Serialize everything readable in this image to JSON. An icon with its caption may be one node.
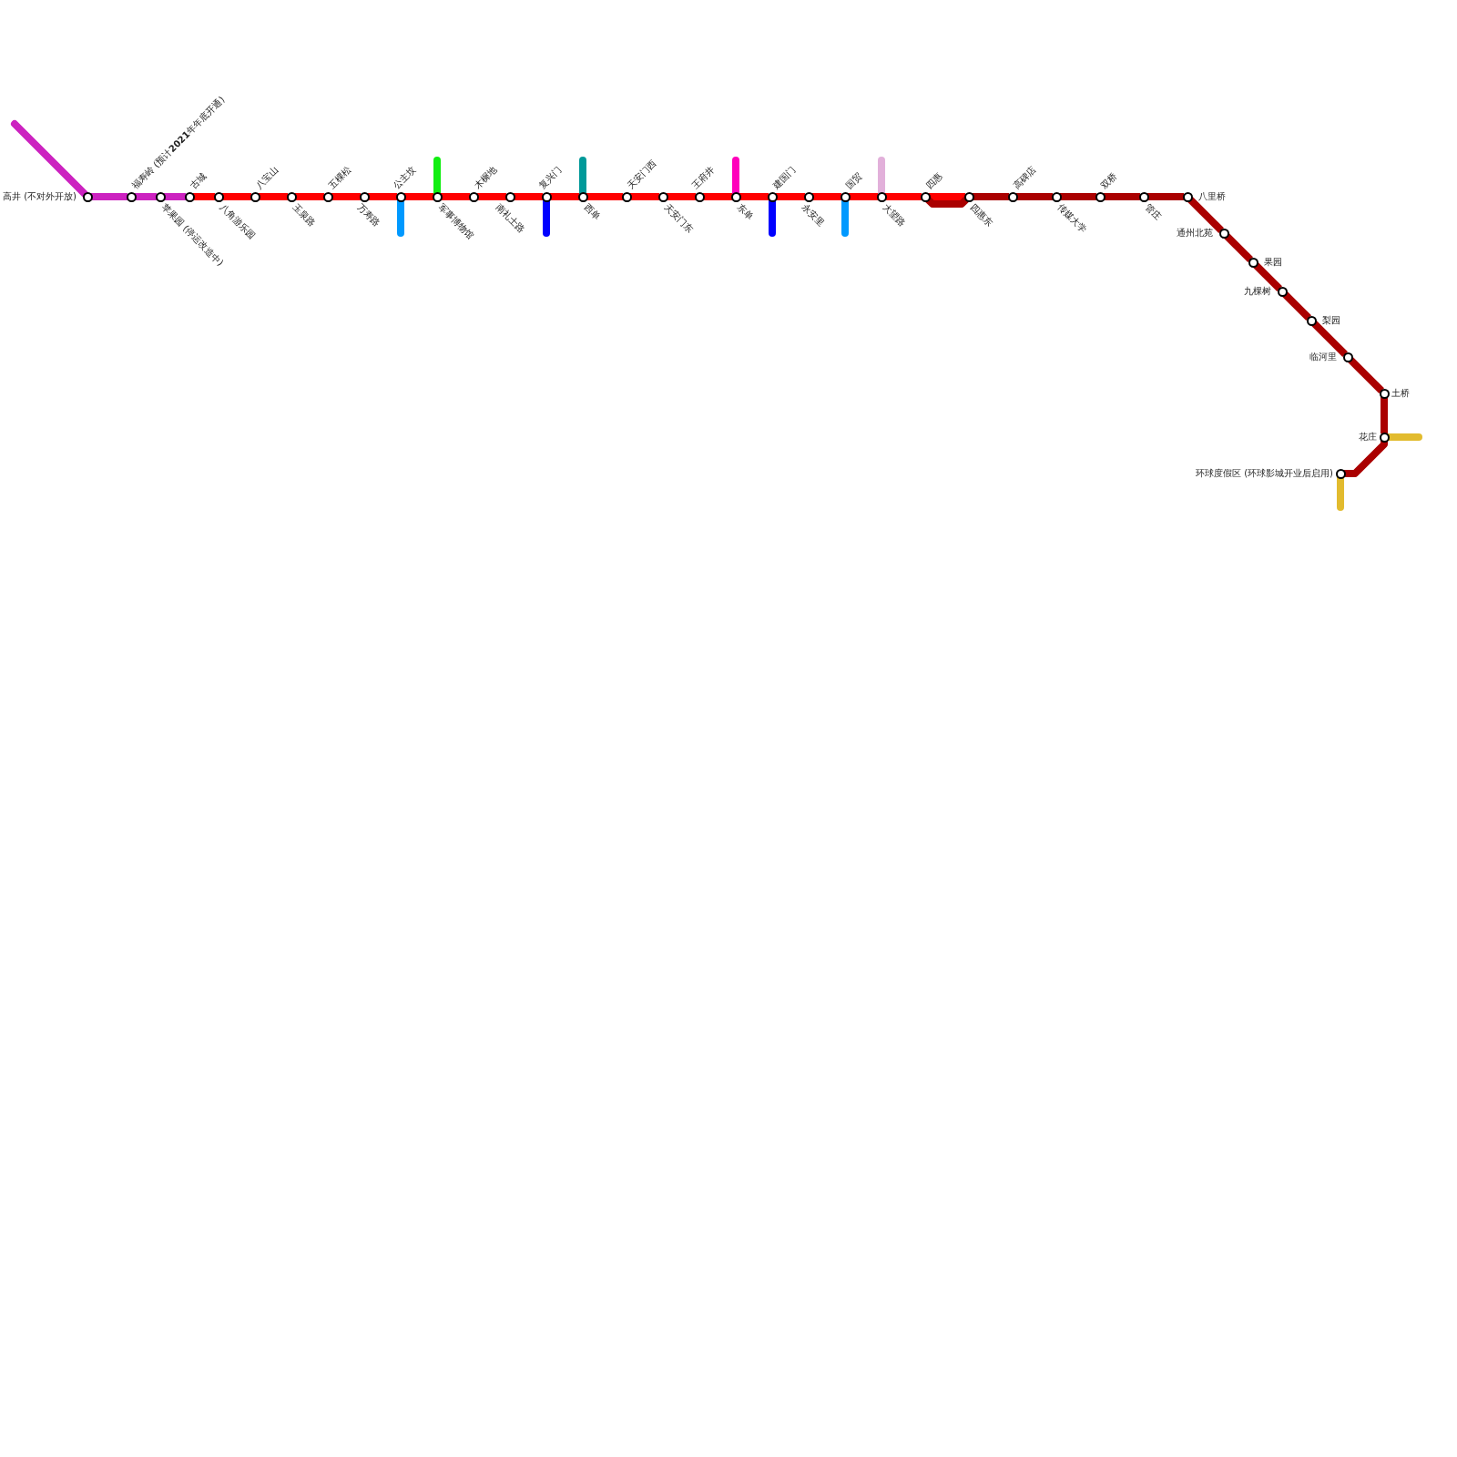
{
  "diagram": {
    "nodes": [
      {
        "text": [],
        "shape": "circle",
        "beside": [
          "高井 (不对外开放)"
        ]
      },
      {
        "text": [],
        "shape": "circle",
        "beside": [
          "福寿岭 (预计**2021**年年底开通)"
        ]
      },
      {
        "text": [],
        "shape": "circle",
        "beside": [
          "苹果园 (停运改造中)"
        ]
      },
      {
        "text": [],
        "shape": "circle",
        "beside": [
          "古城"
        ]
      },
      {
        "text": [],
        "shape": "circle",
        "beside": [
          "八角游乐园"
        ]
      },
      {
        "text": [],
        "shape": "circle",
        "beside": [
          "八宝山"
        ]
      },
      {
        "text": [],
        "shape": "circle",
        "beside": [
          "玉泉路"
        ]
      },
      {
        "text": [],
        "shape": "circle",
        "beside": [
          "五棵松"
        ]
      },
      {
        "text": [],
        "shape": "circle",
        "beside": [
          "万寿路"
        ]
      },
      {
        "text": [],
        "shape": "circle",
        "beside": [
          "公主坟"
        ]
      },
      {
        "text": [],
        "shape": "circle",
        "beside": [
          "军事博物馆"
        ]
      },
      {
        "text": [],
        "shape": "circle",
        "beside": [
          "木樨地"
        ]
      },
      {
        "text": [],
        "shape": "circle",
        "beside": [
          "南礼士路"
        ]
      },
      {
        "text": [],
        "shape": "circle",
        "beside": [
          "复兴门"
        ]
      },
      {
        "text": [],
        "shape": "circle",
        "beside": [
          "西单"
        ]
      },
      {
        "text": [],
        "shape": "circle",
        "beside": [
          "天安门西"
        ]
      },
      {
        "text": [],
        "shape": "circle",
        "beside": [
          "天安门东"
        ]
      },
      {
        "text": [],
        "shape": "circle",
        "beside": [
          "王府井"
        ]
      },
      {
        "text": [],
        "shape": "circle",
        "beside": [
          "东单"
        ]
      },
      {
        "text": [],
        "shape": "circle",
        "beside": [
          "建国门"
        ]
      },
      {
        "text": [],
        "shape": "circle",
        "beside": [
          "永安里"
        ]
      },
      {
        "text": [],
        "shape": "circle",
        "beside": [
          "国贸"
        ]
      },
      {
        "text": [],
        "shape": "circle",
        "beside": [
          "大望路"
        ]
      },
      {
        "text": [],
        "shape": "circle",
        "beside": [
          "四惠"
        ]
      },
      {
        "text": [],
        "shape": "circle",
        "beside": [
          "四惠东"
        ]
      },
      {
        "text": [],
        "shape": "circle",
        "beside": [
          "高碑店"
        ]
      },
      {
        "text": [],
        "shape": "circle",
        "beside": [
          "传媒大学"
        ]
      },
      {
        "text": [],
        "shape": "circle",
        "beside": [
          "双桥"
        ]
      },
      {
        "text": [],
        "shape": "circle",
        "beside": [
          "管庄"
        ]
      },
      {
        "text": [],
        "shape": "circle",
        "beside": [
          "八里桥"
        ]
      },
      {
        "text": [],
        "shape": "circle",
        "beside": [
          "通州北苑"
        ]
      },
      {
        "text": [],
        "shape": "circle",
        "beside": [
          "果园"
        ]
      },
      {
        "text": [],
        "shape": "circle",
        "beside": [
          "九棵树"
        ]
      },
      {
        "text": [],
        "shape": "circle",
        "beside": [
          "梨园"
        ]
      },
      {
        "text": [],
        "shape": "circle",
        "beside": [
          "临河里"
        ]
      },
      {
        "text": [],
        "shape": "circle",
        "beside": [
          "土桥"
        ]
      },
      {
        "text": [],
        "shape": "circle",
        "beside": [
          "花庄"
        ]
      },
      {
        "text": [],
        "shape": "circle",
        "beside": [
          "环球度假区 (环球影城开业后启用)"
        ]
      }
    ],
    "edges": [
      {
        "from": null,
        "to": 0,
        "arrow": "none",
        "color": "#cc22c0"
      },
      {
        "from": 0,
        "to": 1,
        "arrow": "none",
        "color": "#cc22c0"
      },
      {
        "from": 1,
        "to": 2,
        "arrow": "none",
        "color": "#cc22c0"
      },
      {
        "from": 2,
        "to": 3,
        "arrow": "none",
        "color": "#cc22c0"
      },
      {
        "from": 3,
        "to": 4,
        "arrow": "none"
      },
      {
        "from": 4,
        "to": 5,
        "arrow": "none"
      },
      {
        "from": 5,
        "to": 6,
        "arrow": "none"
      },
      {
        "from": 6,
        "to": 7,
        "arrow": "none"
      },
      {
        "from": 7,
        "to": 8,
        "arrow": "none"
      },
      {
        "from": 8,
        "to": 9,
        "arrow": "none"
      },
      {
        "from": 9,
        "to": 10,
        "arrow": "none"
      },
      {
        "from": 10,
        "to": 11,
        "arrow": "none"
      },
      {
        "from": 11,
        "to": 12,
        "arrow": "none"
      },
      {
        "from": 12,
        "to": 13,
        "arrow": "none"
      },
      {
        "from": 13,
        "to": 14,
        "arrow": "none"
      },
      {
        "from": 14,
        "to": 15,
        "arrow": "none"
      },
      {
        "from": 15,
        "to": 16,
        "arrow": "none"
      },
      {
        "from": 16,
        "to": 17,
        "arrow": "none"
      },
      {
        "from": 17,
        "to": 18,
        "arrow": "none"
      },
      {
        "from": 18,
        "to": 19,
        "arrow": "none"
      },
      {
        "from": 19,
        "to": 20,
        "arrow": "none"
      },
      {
        "from": 20,
        "to": 21,
        "arrow": "none"
      },
      {
        "from": 21,
        "to": 22,
        "arrow": "none"
      },
      {
        "from": 22,
        "to": 23,
        "arrow": "none"
      },
      {
        "from": 23,
        "to": 24,
        "arrow": "none"
      },
      {
        "from": 23,
        "to": 24,
        "arrow": "none",
        "color": "#aa0000"
      },
      {
        "from": 24,
        "to": 25,
        "arrow": "none",
        "color": "#aa0000"
      },
      {
        "from": 25,
        "to": 26,
        "arrow": "none",
        "color": "#aa0000"
      },
      {
        "from": 26,
        "to": 27,
        "arrow": "none",
        "color": "#aa0000"
      },
      {
        "from": 27,
        "to": 28,
        "arrow": "none",
        "color": "#aa0000"
      },
      {
        "from": 28,
        "to": 29,
        "arrow": "none",
        "color": "#aa0000"
      },
      {
        "from": 29,
        "to": 30,
        "arrow": "none",
        "color": "#aa0000"
      },
      {
        "from": 30,
        "to": 31,
        "arrow": "none",
        "color": "#aa0000"
      },
      {
        "from": 31,
        "to": 32,
        "arrow": "none",
        "color": "#aa0000"
      },
      {
        "from": 32,
        "to": 33,
        "arrow": "none",
        "color": "#aa0000"
      },
      {
        "from": 33,
        "to": 34,
        "arrow": "none",
        "color": "#aa0000"
      },
      {
        "from": 34,
        "to": 35,
        "arrow": "none",
        "color": "#aa0000"
      },
      {
        "from": 35,
        "to": 36,
        "arrow": "none",
        "color": "#aa0000"
      },
      {
        "from": 36,
        "to": 37,
        "arrow": "none",
        "color": "#aa0000"
      },
      {
        "from": null,
        "to": 9,
        "arrow": "none",
        "color": "#0099ff"
      },
      {
        "from": null,
        "to": 10,
        "arrow": "none",
        "color": "#11ee11"
      },
      {
        "from": null,
        "to": 13,
        "arrow": "none",
        "color": "#0000ff"
      },
      {
        "from": null,
        "to": 14,
        "arrow": "none",
        "color": "#009999"
      },
      {
        "from": null,
        "to": 18,
        "arrow": "none",
        "color": "#ff00bb"
      },
      {
        "from": null,
        "to": 19,
        "arrow": "none",
        "color": "#0000ff"
      },
      {
        "from": null,
        "to": 21,
        "arrow": "none",
        "color": "#0099ff"
      },
      {
        "from": null,
        "to": 22,
        "arrow": "none",
        "color": "#e2b0da"
      },
      {
        "from": null,
        "to": 36,
        "arrow": "none",
        "color": "#e2bb2e"
      },
      {
        "from": null,
        "to": 37,
        "arrow": "none",
        "color": "#e2bb2e"
      }
    ]
  }
}
